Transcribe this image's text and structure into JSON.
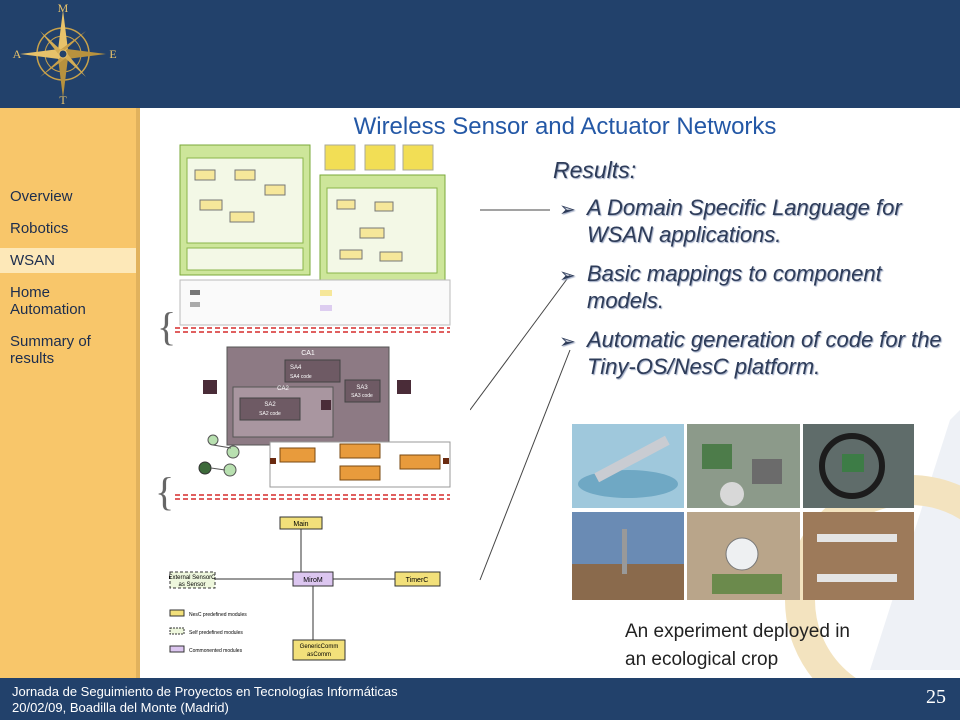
{
  "compass": {
    "n": "M",
    "e": "E",
    "w": "A",
    "s": "T"
  },
  "colors": {
    "header": "#22416b",
    "sidebar": "#f8c66a",
    "title": "#2458a6"
  },
  "slide": {
    "title": "Wireless Sensor and Actuator Networks",
    "results_heading": "Results:",
    "bullets": [
      "A Domain Specific Language for WSAN applications.",
      "Basic mappings to component models.",
      "Automatic generation of code for the Tiny-OS/NesC platform."
    ],
    "caption_line1": "An experiment deployed in",
    "caption_line2": "an ecological crop"
  },
  "nav": {
    "items": [
      {
        "label": "Overview",
        "active": false
      },
      {
        "label": "Robotics",
        "active": false
      },
      {
        "label": "WSAN",
        "active": true
      },
      {
        "label": "Home Automation",
        "active": false
      },
      {
        "label": "Summary of results",
        "active": false
      }
    ]
  },
  "diagram_component": {
    "ca1": "CA1",
    "sa4": "SA4",
    "sa4_code": "SA4 code",
    "sa2": "SA2",
    "sa2_code": "SA2 code",
    "ca2": "CA2",
    "sa3": "SA3",
    "sa3_code": "SA3 code"
  },
  "diagram_nesc": {
    "main": "Main",
    "mirom": "MiroM",
    "timerc": "TimerC",
    "generic1": "GenericComm",
    "generic2": "asComm",
    "ext1": "External SensorC",
    "ext2": "as Sensor",
    "legend1": "NesC predefined modules",
    "legend2": "Self predefined modules",
    "legend3": "Commonented modules"
  },
  "footer": {
    "line1": "Jornada de Seguimiento de Proyectos en Tecnologías Informáticas",
    "line2": "20/02/09, Boadilla del Monte (Madrid)",
    "page": "25"
  }
}
